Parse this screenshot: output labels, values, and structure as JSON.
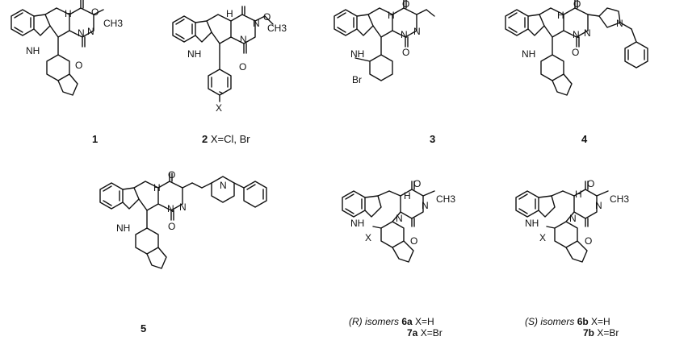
{
  "compounds": [
    {
      "id": "1",
      "caption": "1"
    },
    {
      "id": "2",
      "caption_num": "2",
      "caption_rest": " X=Cl, Br"
    },
    {
      "id": "3",
      "caption": "3"
    },
    {
      "id": "4",
      "caption": "4"
    },
    {
      "id": "5",
      "caption": "5"
    },
    {
      "id": "6a7a",
      "prefix": "(R) isomers",
      "line1_num": "6a",
      "line1_rest": " X=H",
      "line2_num": "7a",
      "line2_rest": " X=Br"
    },
    {
      "id": "6b7b",
      "prefix": "(S) isomers",
      "line1_num": "6b",
      "line1_rest": " X=H",
      "line2_num": "7b",
      "line2_rest": " X=Br"
    }
  ],
  "atom_labels": {
    "O": "O",
    "N": "N",
    "NH": "NH",
    "H": "H",
    "CH3": "CH3",
    "X": "X",
    "Br": "Br"
  }
}
